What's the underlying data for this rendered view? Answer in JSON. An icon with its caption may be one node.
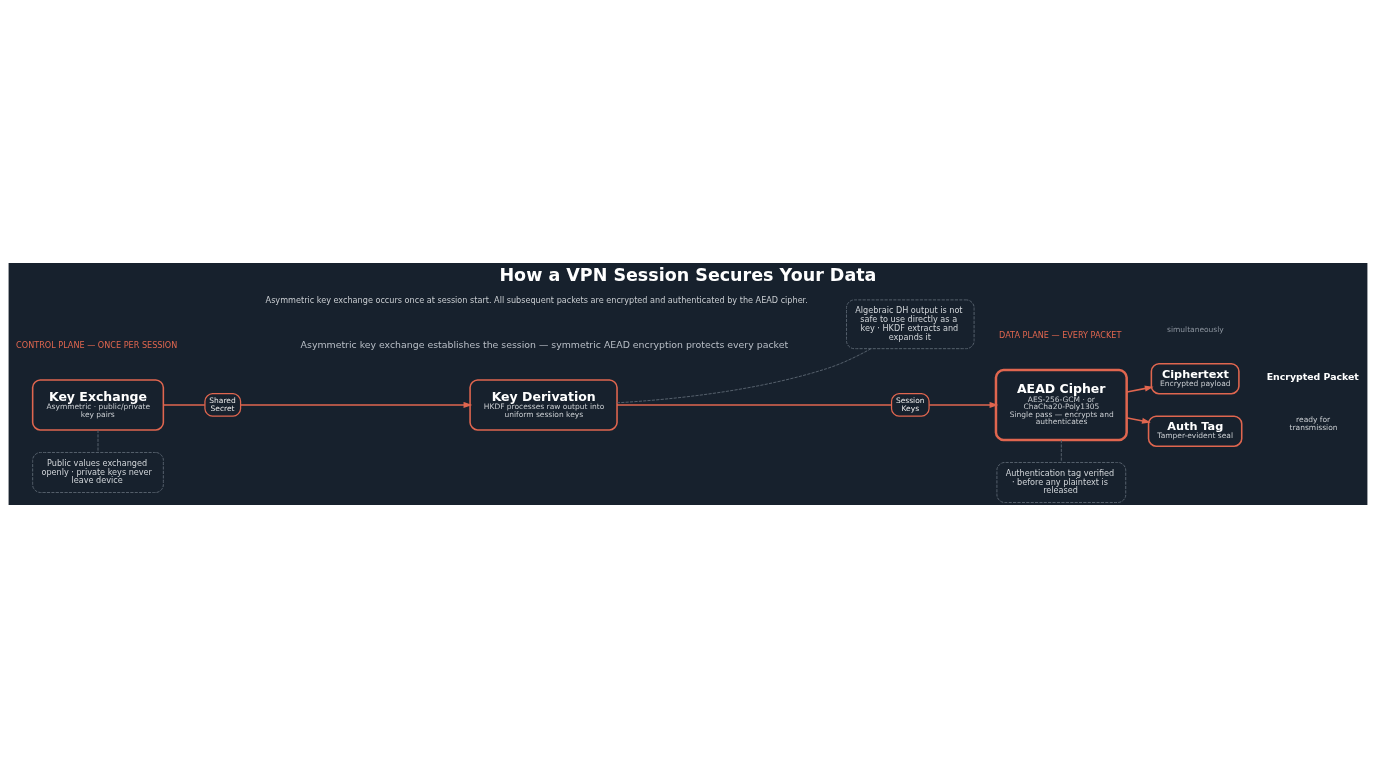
{
  "diagram": {
    "title": "How a VPN Session Secures Your Data",
    "caption": "Asymmetric key exchange occurs once at session start. All subsequent packets are encrypted and authenticated by the AEAD cipher.",
    "nodes": [
      {
        "text": [
          "Key Exchange",
          "Asymmetric · public/private key pairs"
        ]
      },
      {
        "text": [
          "Shared Secret"
        ]
      },
      {
        "text": [
          "Key Derivation",
          "HKDF processes raw output into uniform session keys"
        ]
      },
      {
        "text": [
          "Session Keys"
        ]
      },
      {
        "text": [
          "AEAD Cipher",
          "AES-256-GCM · or ChaCha20-Poly1305",
          "Single pass — encrypts and authenticates"
        ]
      },
      {
        "text": [
          "Ciphertext",
          "Encrypted payload"
        ]
      },
      {
        "text": [
          "Auth Tag",
          "Tamper-evident seal"
        ]
      },
      {
        "text": [
          "Public values exchanged openly · private keys never leave device"
        ]
      },
      {
        "text": [
          "Algebraic DH output is not safe to use directly as a key · HKDF extracts and expands it"
        ]
      },
      {
        "text": [
          "Authentication tag verified · before any plaintext is released"
        ]
      }
    ],
    "edges": [
      {
        "from": 0,
        "to": 1,
        "arrow": "none"
      },
      {
        "from": 1,
        "to": 2,
        "arrow": "to"
      },
      {
        "from": 2,
        "to": 3,
        "arrow": "none"
      },
      {
        "from": 3,
        "to": 4,
        "arrow": "to"
      },
      {
        "from": 4,
        "to": 5,
        "arrow": "to"
      },
      {
        "from": 4,
        "to": 6,
        "arrow": "to"
      },
      {
        "from": 0,
        "to": 7,
        "arrow": "none",
        "style": "dashed",
        "color": "#5a6470"
      },
      {
        "from": 2,
        "to": 8,
        "arrow": "none",
        "style": "dashed",
        "color": "#5a6470"
      },
      {
        "from": 4,
        "to": 9,
        "arrow": "none",
        "style": "dashed",
        "color": "#5a6470"
      }
    ],
    "labels": [
      "Asymmetric key exchange establishes the session — symmetric AEAD encryption protects every packet",
      "CONTROL PLANE — ONCE PER SESSION",
      "DATA PLANE — EVERY PACKET",
      "simultaneously",
      "Encrypted Packet",
      "ready for transmission"
    ]
  }
}
